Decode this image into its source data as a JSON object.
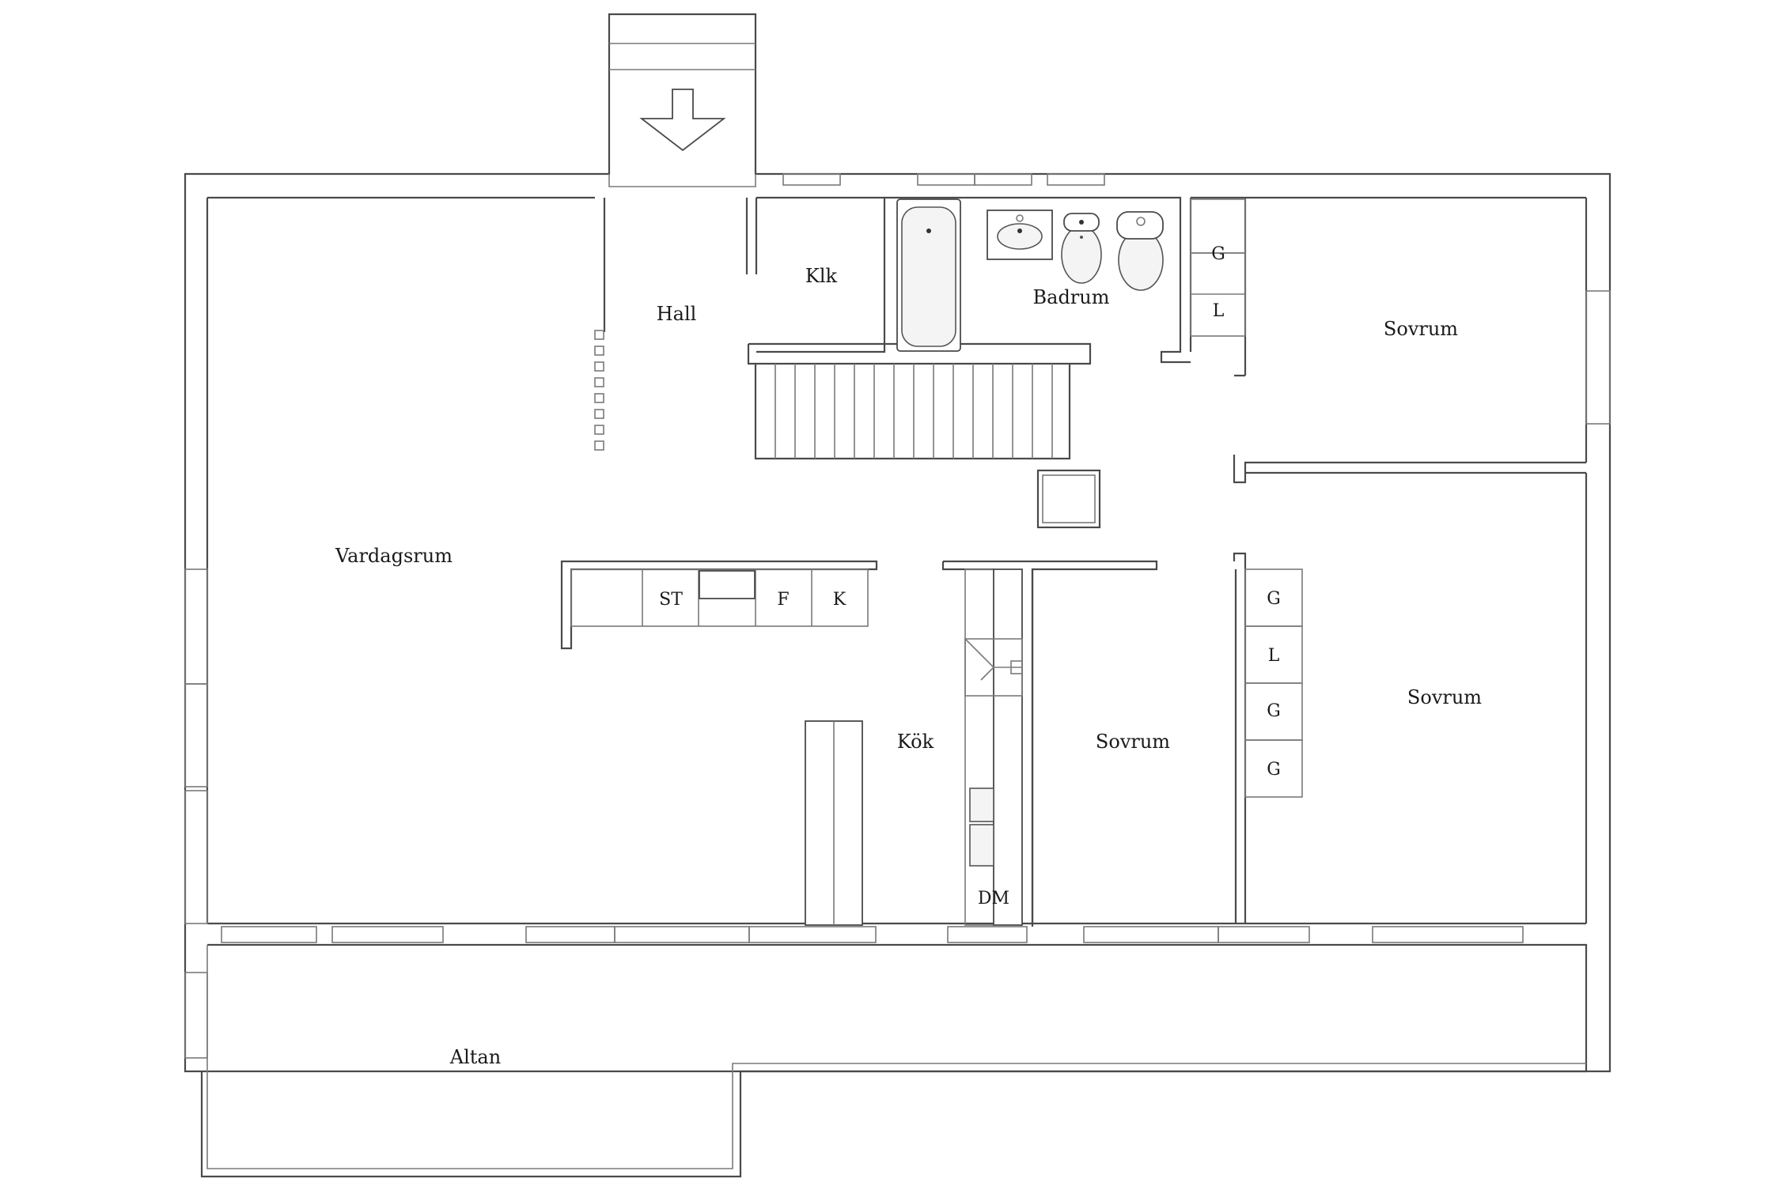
{
  "rooms": {
    "hall": "Hall",
    "klk": "Klk",
    "badrum": "Badrum",
    "sovrum_top": "Sovrum",
    "vardagsrum": "Vardagsrum",
    "kok": "Kök",
    "sovrum_middle": "Sovrum",
    "sovrum_right": "Sovrum",
    "altan": "Altan"
  },
  "fixtures": {
    "stove": "ST",
    "fridge": "F",
    "freezer": "K",
    "dishwasher": "DM",
    "wardrobe_top": [
      "G",
      "L"
    ],
    "wardrobe_right": [
      "G",
      "L",
      "G",
      "G"
    ]
  },
  "icons": {
    "entrance": "entrance-arrow-icon",
    "bathtub": "bathtub-icon",
    "sink": "sink-icon",
    "bidet": "bidet-icon",
    "toilet": "toilet-icon",
    "kitchen_sink": "kitchen-sink-icon",
    "chimney": "chimney-icon",
    "hob": "hob-icon"
  }
}
